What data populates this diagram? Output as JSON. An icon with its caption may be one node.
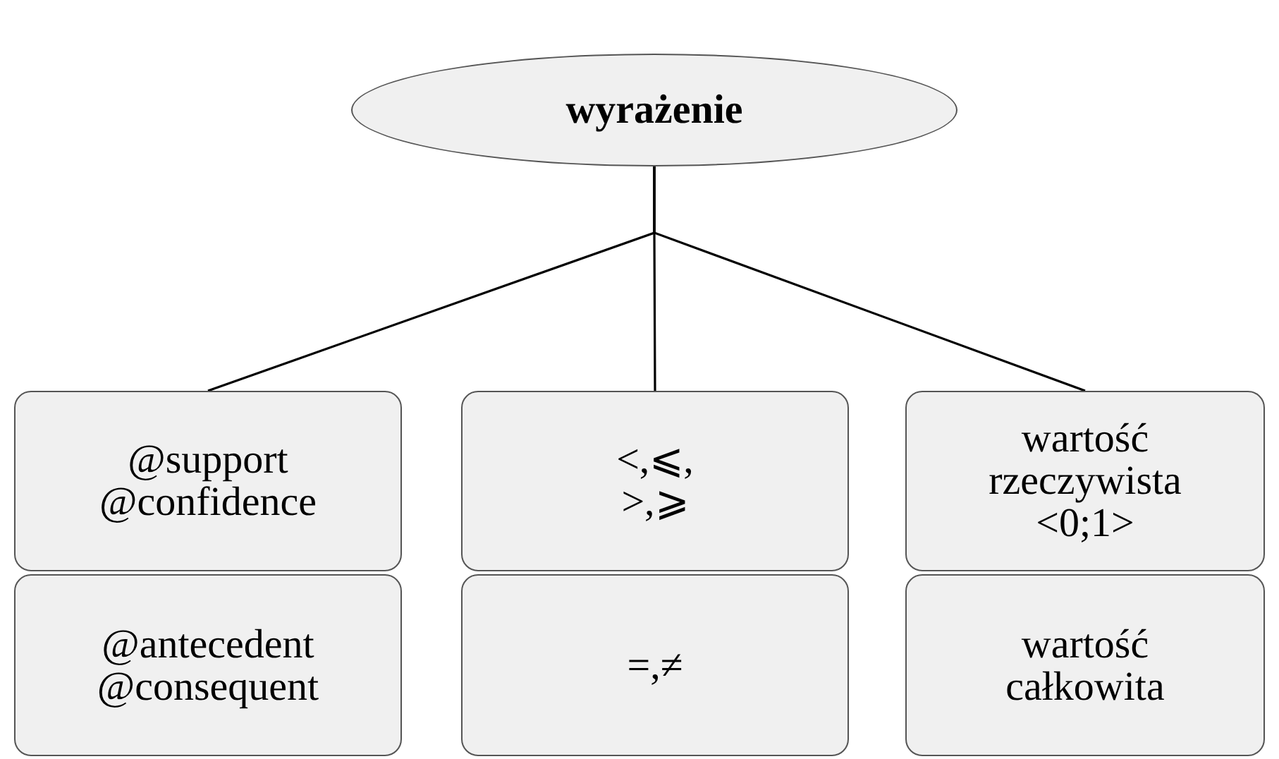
{
  "diagram": {
    "nodes": [
      {
        "text": [
          "wyrażenie"
        ]
      },
      {
        "text": [
          "@support @confidence"
        ]
      },
      {
        "text": [
          "<,⩽, >,⩾"
        ]
      },
      {
        "text": [
          "wartość rzeczywista <0;1>"
        ]
      },
      {
        "text": [
          "@antecedent @consequent"
        ]
      },
      {
        "text": [
          "=,≠"
        ]
      },
      {
        "text": [
          "wartość całkowita"
        ]
      }
    ],
    "edges": [
      {
        "from": 0,
        "to": 1,
        "arrow": "none"
      },
      {
        "from": 0,
        "to": 2,
        "arrow": "none"
      },
      {
        "from": 0,
        "to": 3,
        "arrow": "none"
      }
    ]
  }
}
